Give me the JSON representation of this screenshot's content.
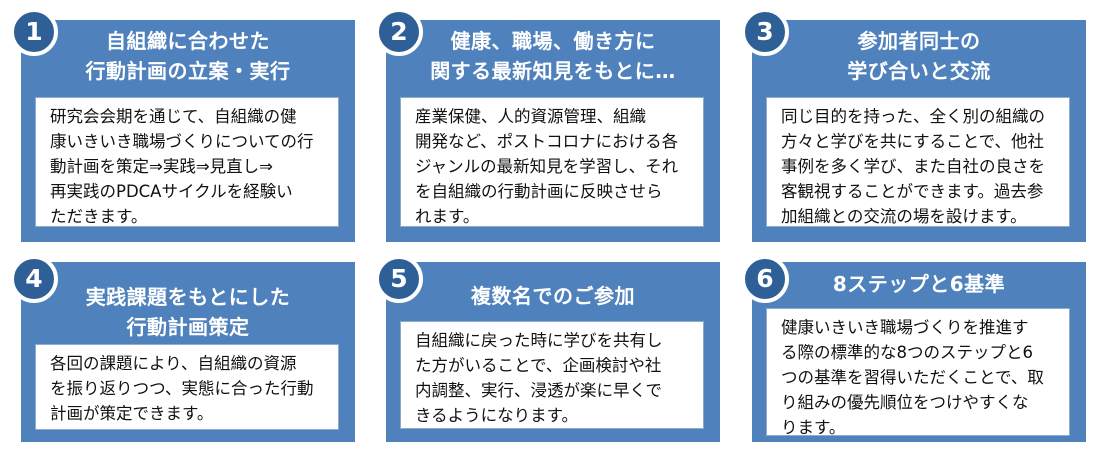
{
  "cards": [
    {
      "number": "1",
      "title": "自組織に合わせた\n行動計画の立案・実行",
      "body": "研究会会期を通じて、自組織の健\n康いきいき職場づくりについての行\n動計画を策定⇒実践⇒見直し⇒\n再実践のPDCAサイクルを経験い\nただきます。"
    },
    {
      "number": "2",
      "title": "健康、職場、働き方に\n関する最新知見をもとに…",
      "body": "産業保健、人的資源管理、組織\n開発など、ポストコロナにおける各\nジャンルの最新知見を学習し、それ\nを自組織の行動計画に反映させら\nれます。"
    },
    {
      "number": "3",
      "title": "参加者同士の\n学び合いと交流",
      "body": "同じ目的を持った、全く別の組織の\n方々と学びを共にすることで、他社\n事例を多く学び、また自社の良さを\n客観視することができます。過去参\n加組織との交流の場を設けます。"
    },
    {
      "number": "4",
      "title": "実践課題をもとにした\n行動計画策定",
      "body": "各回の課題により、自組織の資源\nを振り返りつつ、実態に合った行動\n計画が策定できます。"
    },
    {
      "number": "5",
      "title": "複数名でのご参加",
      "body": "自組織に戻った時に学びを共有し\nた方がいることで、企画検討や社\n内調整、実行、浸透が楽に早くで\nきるようになります。"
    },
    {
      "number": "6",
      "title": "8ステップと6基準",
      "body": "健康いきいき職場づくりを推進す\nる際の標準的な8つのステップと6\nつの基準を習得いただくことで、取\nり組みの優先順位をつけやすくな\nります。"
    }
  ],
  "colors": {
    "card_background": "#4f81bd",
    "badge_background": "#2e5f96",
    "body_background": "#ffffff"
  }
}
